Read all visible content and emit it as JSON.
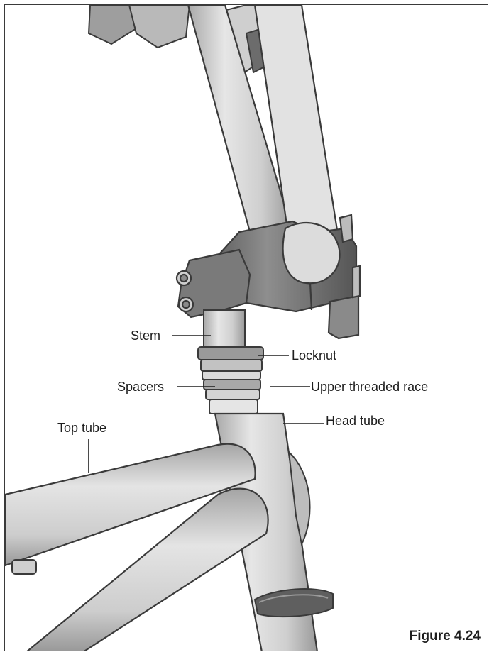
{
  "labels": {
    "stem": "Stem",
    "locknut": "Locknut",
    "spacers": "Spacers",
    "upper_threaded_race": "Upper threaded race",
    "head_tube": "Head tube",
    "top_tube": "Top tube"
  },
  "figure_caption": "Figure 4.24",
  "colors": {
    "metal_light": "#d2d2d2",
    "metal_dark": "#6e6e6e",
    "outline": "#3a3a3a"
  }
}
